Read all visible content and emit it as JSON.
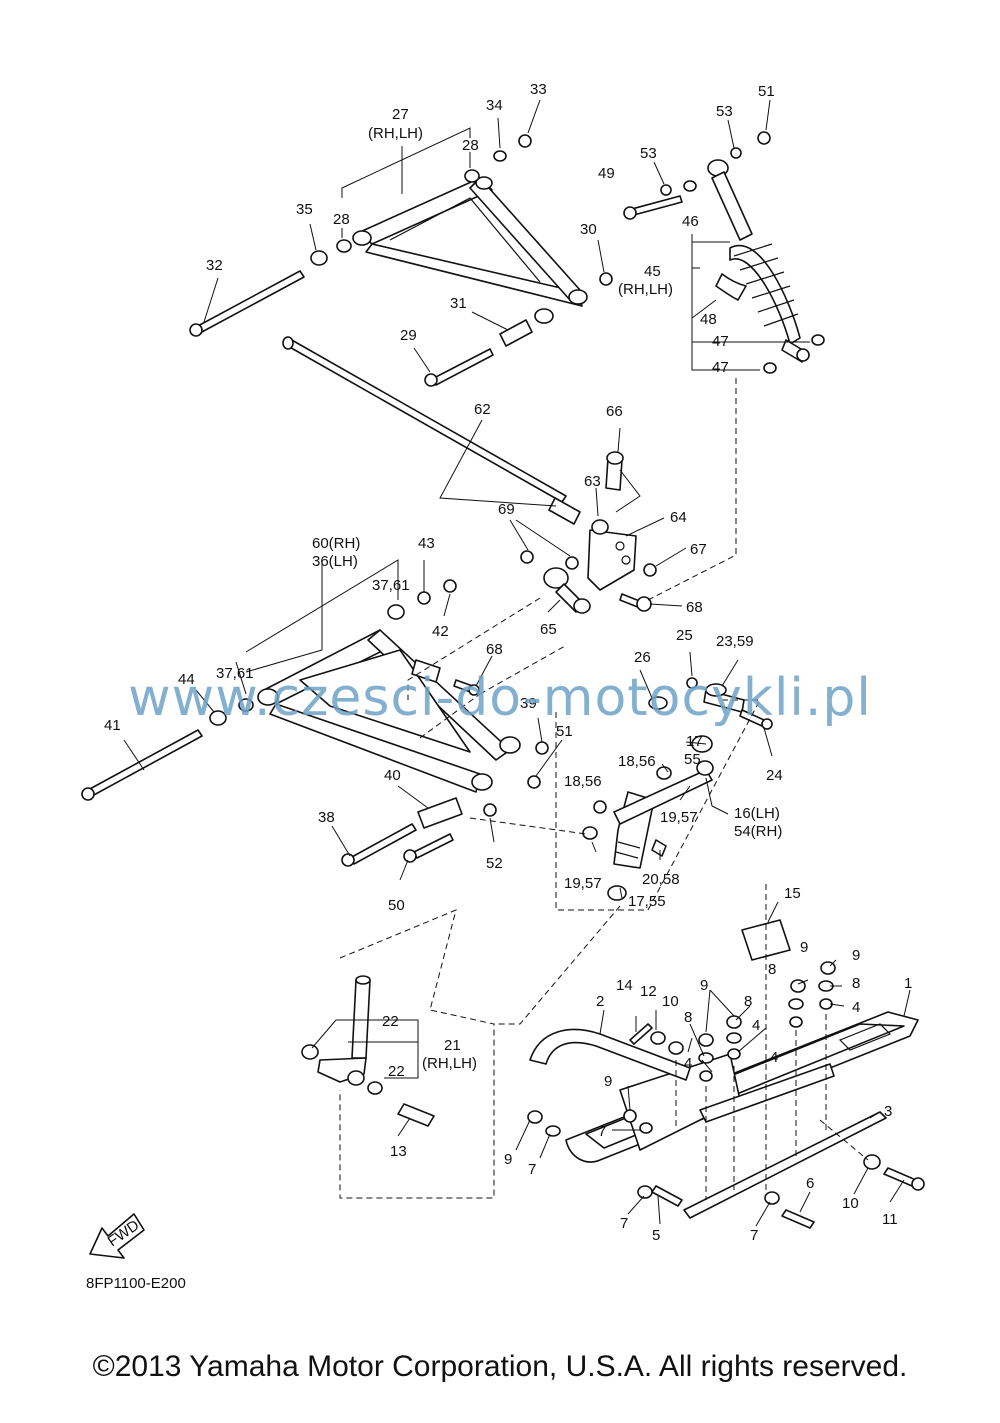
{
  "watermark": "www.czesci-do-motocykli.pl",
  "diagram_code": "8FP1100-E200",
  "fwd_label": "FWD",
  "copyright": "©2013 Yamaha Motor Corporation, U.S.A. All rights reserved.",
  "callouts": {
    "c1": "1",
    "c2": "2",
    "c3": "3",
    "c4a": "4",
    "c4b": "4",
    "c4c": "4",
    "c4d": "4",
    "c5": "5",
    "c6": "6",
    "c7a": "7",
    "c7b": "7",
    "c7c": "7",
    "c7d": "7",
    "c8a": "8",
    "c8b": "8",
    "c8c": "8",
    "c8d": "8",
    "c9a": "9",
    "c9b": "9",
    "c9c": "9",
    "c9d": "9",
    "c9e": "9",
    "c10a": "10",
    "c10b": "10",
    "c11": "11",
    "c12": "12",
    "c13": "13",
    "c14": "14",
    "c15": "15",
    "c16": "16(LH)",
    "c54": "54(RH)",
    "c17": "17",
    "c17b": "17,55",
    "c18a": "18,56",
    "c18b": "18,56",
    "c19a": "19,57",
    "c19b": "19,57",
    "c20": "20,58",
    "c21": "21",
    "c21rh": "(RH,LH)",
    "c22a": "22",
    "c22b": "22",
    "c23": "23,59",
    "c24": "24",
    "c25": "25",
    "c26": "26",
    "c27": "27",
    "c27rh": "(RH,LH)",
    "c28a": "28",
    "c28b": "28",
    "c29": "29",
    "c30": "30",
    "c31": "31",
    "c32": "32",
    "c33": "33",
    "c34": "34",
    "c35": "35",
    "c36": "36(LH)",
    "c60": "60(RH)",
    "c37a": "37,61",
    "c37b": "37,61",
    "c38": "38",
    "c39": "39",
    "c40": "40",
    "c41": "41",
    "c42": "42",
    "c43": "43",
    "c44": "44",
    "c45": "45",
    "c45rh": "(RH,LH)",
    "c46": "46",
    "c47a": "47",
    "c47b": "47",
    "c48": "48",
    "c49": "49",
    "c50": "50",
    "c51a": "51",
    "c51b": "51",
    "c52": "52",
    "c53a": "53",
    "c53b": "53",
    "c55": "55",
    "c62": "62",
    "c63": "63",
    "c64": "64",
    "c65": "65",
    "c66": "66",
    "c67": "67",
    "c68a": "68",
    "c68b": "68",
    "c69": "69"
  }
}
